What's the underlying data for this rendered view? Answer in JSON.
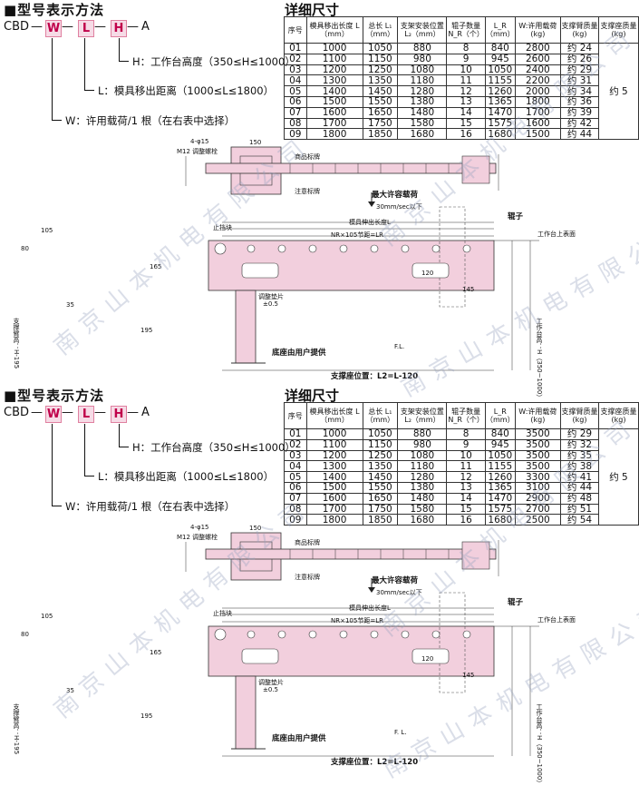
{
  "panels": [
    {
      "title": "■型号表示方法",
      "code": {
        "prefix": "CBD",
        "w": "W",
        "l": "L",
        "h": "H",
        "suffix": "A",
        "dash": "—"
      },
      "legend": {
        "h": "H：工作台高度（350≤H≤1000）",
        "l": "L：模具移出距离（1000≤L≤1800）",
        "w": "W：许用载荷/1 根（在右表中选择）"
      },
      "detail_title": "详细尺寸",
      "table": {
        "headers": [
          "序号",
          "模具移出长度 L（mm）",
          "总长 L₁（mm）",
          "支架安装位置 L₂（mm）",
          "辊子数量 N_R（个）",
          "L_R（mm）",
          "W:许用载荷 (kg)",
          "支撑臂质量 (kg)",
          "支撑座质量 (kg)"
        ],
        "rows": [
          [
            "01",
            "1000",
            "1050",
            "880",
            "8",
            "840",
            "2800",
            "约 24"
          ],
          [
            "02",
            "1100",
            "1150",
            "980",
            "9",
            "945",
            "2600",
            "约 26"
          ],
          [
            "03",
            "1200",
            "1250",
            "1080",
            "10",
            "1050",
            "2400",
            "约 29"
          ],
          [
            "04",
            "1300",
            "1350",
            "1180",
            "11",
            "1155",
            "2200",
            "约 31"
          ],
          [
            "05",
            "1400",
            "1450",
            "1280",
            "12",
            "1260",
            "2000",
            "约 34"
          ],
          [
            "06",
            "1500",
            "1550",
            "1380",
            "13",
            "1365",
            "1800",
            "约 36"
          ],
          [
            "07",
            "1600",
            "1650",
            "1480",
            "14",
            "1470",
            "1700",
            "约 39"
          ],
          [
            "08",
            "1700",
            "1750",
            "1580",
            "15",
            "1575",
            "1600",
            "约 42"
          ],
          [
            "09",
            "1800",
            "1850",
            "1680",
            "16",
            "1680",
            "1500",
            "约 44"
          ]
        ],
        "seat_mass": "约 5"
      },
      "drawing": {
        "max_load": "最大许容载荷",
        "product_label": "商品标牌",
        "caution_label": "注意标牌",
        "stopper": "止挡块",
        "speed": "30mm/sec以下",
        "length_label": "模具伸出长度L",
        "pitch_label": "NR×105节距=LR",
        "roller": "辊子",
        "table_top": "工作台上表面",
        "adjust_pad": "调整垫片",
        "base_by_user": "底座由用户提供",
        "support_pos": "支撑座位置：L2=L-120",
        "work_height": "工作台高：H（350~1000）",
        "arm_height": "支撑臂高：H-195",
        "fl": "F.L.",
        "dims": {
          "d150": "150",
          "d145": "145",
          "d120": "120",
          "d105": "105",
          "d165": "165",
          "d195": "195",
          "d80": "80",
          "d35": "35",
          "m12": "M12 调整螺栓",
          "m8": "4-φ15",
          "clear": "±0.5"
        }
      }
    },
    {
      "title": "■型号表示方法",
      "code": {
        "prefix": "CBD",
        "w": "W",
        "l": "L",
        "h": "H",
        "suffix": "A",
        "dash": "—"
      },
      "legend": {
        "h": "H：工作台高度（350≤H≤1000）",
        "l": "L：模具移出距离（1000≤L≤1800）",
        "w": "W：许用载荷/1 根（在右表中选择）"
      },
      "detail_title": "详细尺寸",
      "table": {
        "headers": [
          "序号",
          "模具移出长度 L（mm）",
          "总长 L₁（mm）",
          "支架安装位置 L₂（mm）",
          "辊子数量 N_R（个）",
          "L_R（mm）",
          "W:许用载荷 (kg)",
          "支撑臂质量 (kg)",
          "支撑座质量 (kg)"
        ],
        "rows": [
          [
            "01",
            "1000",
            "1050",
            "880",
            "8",
            "840",
            "3500",
            "约 29"
          ],
          [
            "02",
            "1100",
            "1150",
            "980",
            "9",
            "945",
            "3500",
            "约 32"
          ],
          [
            "03",
            "1200",
            "1250",
            "1080",
            "10",
            "1050",
            "3500",
            "约 35"
          ],
          [
            "04",
            "1300",
            "1350",
            "1180",
            "11",
            "1155",
            "3500",
            "约 38"
          ],
          [
            "05",
            "1400",
            "1450",
            "1280",
            "12",
            "1260",
            "3300",
            "约 41"
          ],
          [
            "06",
            "1500",
            "1550",
            "1380",
            "13",
            "1365",
            "3100",
            "约 44"
          ],
          [
            "07",
            "1600",
            "1650",
            "1480",
            "14",
            "1470",
            "2900",
            "约 48"
          ],
          [
            "08",
            "1700",
            "1750",
            "1580",
            "15",
            "1575",
            "2700",
            "约 51"
          ],
          [
            "09",
            "1800",
            "1850",
            "1680",
            "16",
            "1680",
            "2500",
            "约 54"
          ]
        ],
        "seat_mass": "约 5"
      },
      "drawing": {
        "max_load": "最大许容载荷",
        "product_label": "商品标牌",
        "caution_label": "注意标牌",
        "stopper": "止挡块",
        "speed": "30mm/sec以下",
        "length_label": "模具伸出长度L",
        "pitch_label": "NR×105节距=LR",
        "roller": "辊子",
        "table_top": "工作台上表面",
        "adjust_pad": "调整垫片",
        "base_by_user": "底座由用户提供",
        "support_pos": "支撑座位置：L2=L-120",
        "work_height": "工作台高：H（350~1000）",
        "arm_height": "支撑臂高：H-195",
        "fl": "F. L.",
        "dims": {
          "d150": "150",
          "d145": "145",
          "d120": "120",
          "d105": "105",
          "d165": "165",
          "d195": "195",
          "d80": "80",
          "d35": "35",
          "m12": "M12 调整螺栓",
          "m8": "4-φ15",
          "clear": "±0.5"
        }
      }
    }
  ],
  "watermark": "南京山本机电有限公司",
  "colors": {
    "pink": "#f2cfdd",
    "box_text": "#c0004a",
    "watermark": "#96a0be"
  }
}
